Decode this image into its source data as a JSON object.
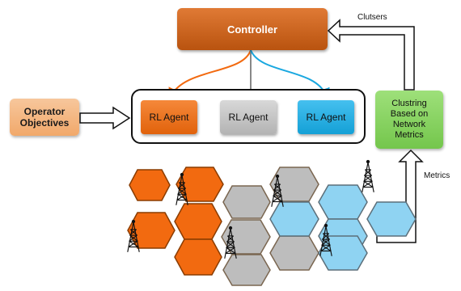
{
  "controller": {
    "label": "Controller"
  },
  "agents": [
    {
      "label": "RL Agent",
      "color": "#ee7420"
    },
    {
      "label": "RL Agent",
      "color": "#c4c4c4"
    },
    {
      "label": "RL Agent",
      "color": "#27b1e6"
    }
  ],
  "operator": {
    "line1": "Operator",
    "line2": "Objectives"
  },
  "clustering": {
    "line1": "Clustring",
    "line2": "Based on",
    "line3": "Network",
    "line4": "Metrics"
  },
  "labels": {
    "clusters": "Clutsers",
    "metrics": "Metrics"
  },
  "colors": {
    "orange_cluster": "#f26a10",
    "gray_cluster": "#bdbdbd",
    "blue_cluster": "#8fd3f2",
    "controller": "#c8601c",
    "clustering_box": "#86d05e"
  },
  "icons": {
    "tower": "cell-tower-icon"
  }
}
